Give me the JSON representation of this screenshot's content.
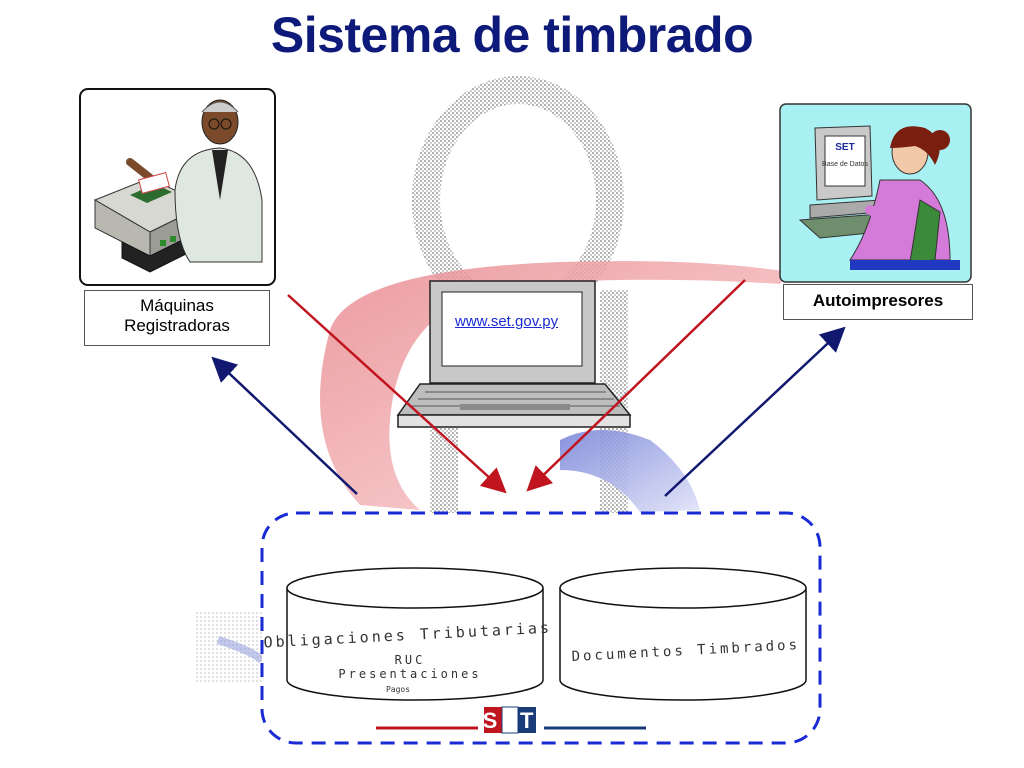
{
  "title": "Sistema de timbrado",
  "nodes": {
    "maquinas": "Máquinas\nRegistradoras",
    "autoimpresores": "Autoimpresores",
    "website": "www.set.gov.py",
    "screen_label": "Base de Datos",
    "logo": "SET"
  },
  "databases": {
    "left": {
      "title": "Obligaciones Tributarias",
      "line1": "RUC",
      "line2": "Presentaciones",
      "line3": "Pagos"
    },
    "right": {
      "title": "Documentos Timbrados"
    }
  },
  "colors": {
    "title": "#0d1a7a",
    "red_arrow": "#c0141e",
    "blue_arrow": "#101870",
    "dash_border": "#1a2bd6"
  }
}
